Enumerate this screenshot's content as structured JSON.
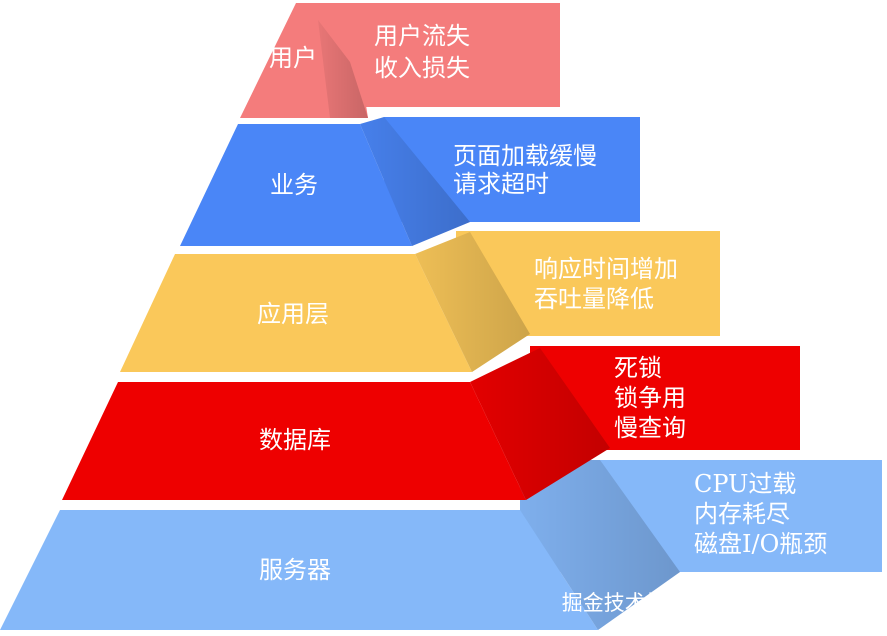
{
  "diagram": {
    "layers": [
      {
        "label": "用户",
        "color": "#f47c7c",
        "desc": [
          "用户流失",
          "收入损失"
        ]
      },
      {
        "label": "业务",
        "color": "#4a86f7",
        "desc": [
          "页面加载缓慢",
          "请求超时"
        ]
      },
      {
        "label": "应用层",
        "color": "#fac85a",
        "desc": [
          "响应时间增加",
          "吞吐量降低"
        ]
      },
      {
        "label": "数据库",
        "color": "#ee0000",
        "desc": [
          "死锁",
          "锁争用",
          "慢查询"
        ]
      },
      {
        "label": "服务器",
        "color": "#85b8f9",
        "desc": [
          "CPU过载",
          "内存耗尽",
          "磁盘I/O瓶颈"
        ]
      }
    ]
  },
  "watermark": "掘金技术社区 @ 陈琪_SkyChen"
}
